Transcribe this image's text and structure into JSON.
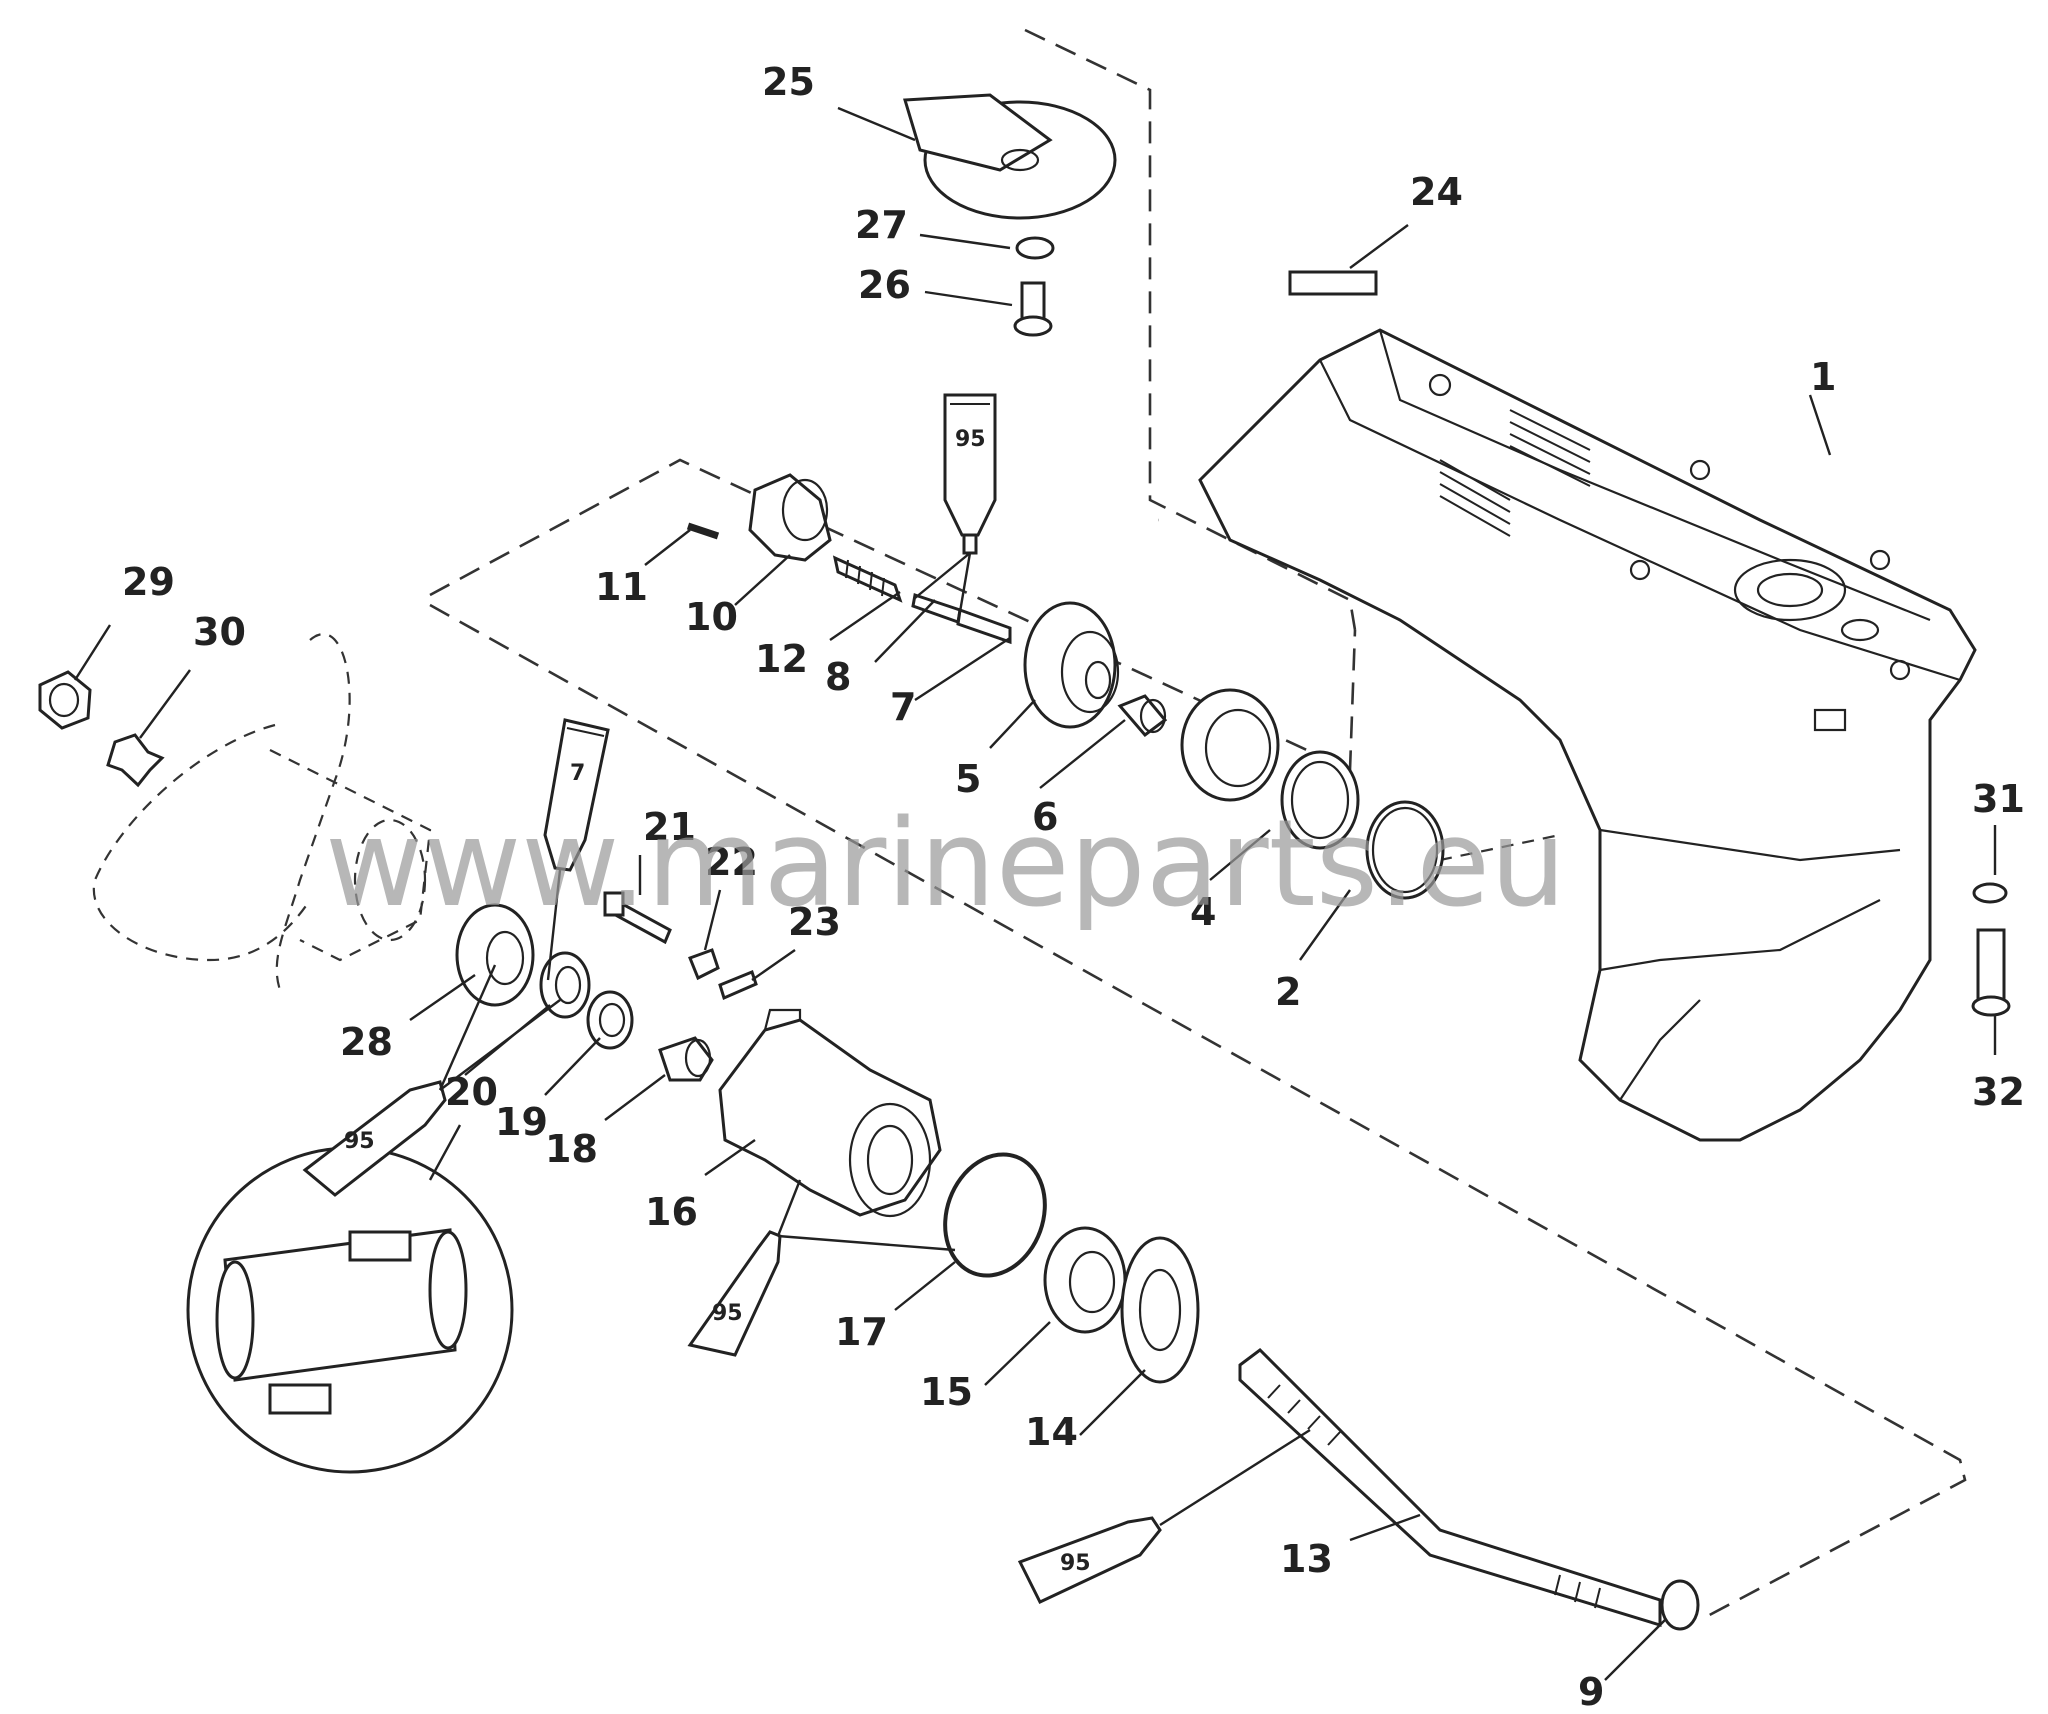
{
  "watermark": "www.marineparts.eu",
  "callouts": [
    {
      "id": "c1",
      "label": "1"
    },
    {
      "id": "c2",
      "label": "2"
    },
    {
      "id": "c4",
      "label": "4"
    },
    {
      "id": "c5",
      "label": "5"
    },
    {
      "id": "c6",
      "label": "6"
    },
    {
      "id": "c7",
      "label": "7"
    },
    {
      "id": "c8",
      "label": "8"
    },
    {
      "id": "c9",
      "label": "9"
    },
    {
      "id": "c10",
      "label": "10"
    },
    {
      "id": "c11",
      "label": "11"
    },
    {
      "id": "c12",
      "label": "12"
    },
    {
      "id": "c13",
      "label": "13"
    },
    {
      "id": "c14",
      "label": "14"
    },
    {
      "id": "c15",
      "label": "15"
    },
    {
      "id": "c16",
      "label": "16"
    },
    {
      "id": "c17",
      "label": "17"
    },
    {
      "id": "c18",
      "label": "18"
    },
    {
      "id": "c19",
      "label": "19"
    },
    {
      "id": "c20",
      "label": "20"
    },
    {
      "id": "c21",
      "label": "21"
    },
    {
      "id": "c22",
      "label": "22"
    },
    {
      "id": "c23",
      "label": "23"
    },
    {
      "id": "c24",
      "label": "24"
    },
    {
      "id": "c25",
      "label": "25"
    },
    {
      "id": "c26",
      "label": "26"
    },
    {
      "id": "c27",
      "label": "27"
    },
    {
      "id": "c28",
      "label": "28"
    },
    {
      "id": "c29",
      "label": "29"
    },
    {
      "id": "c30",
      "label": "30"
    },
    {
      "id": "c31",
      "label": "31"
    },
    {
      "id": "c32",
      "label": "32"
    }
  ],
  "tubes": [
    {
      "id": "t1",
      "label": "95"
    },
    {
      "id": "t2",
      "label": "7"
    },
    {
      "id": "t3",
      "label": "95"
    },
    {
      "id": "t4",
      "label": "95"
    },
    {
      "id": "t5",
      "label": "95"
    }
  ]
}
